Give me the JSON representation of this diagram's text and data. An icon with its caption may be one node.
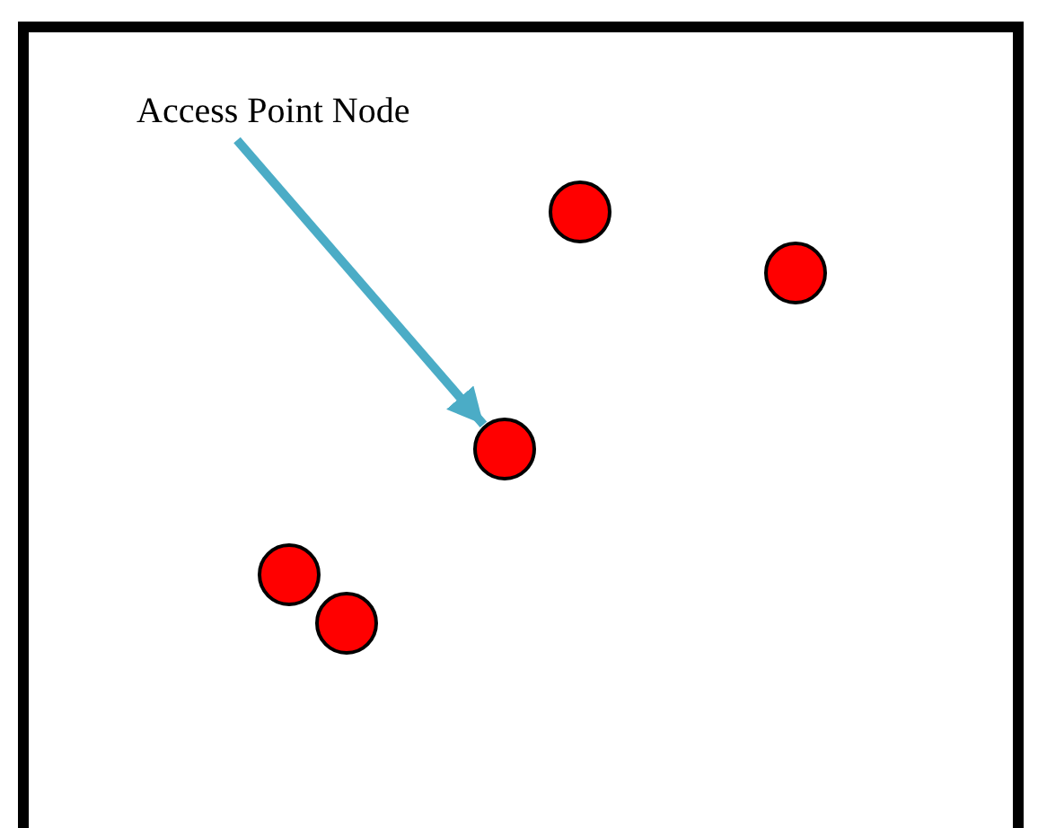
{
  "diagram": {
    "nodes": [
      {
        "text": [
          "Access Point Node"
        ]
      },
      {
        "text": [],
        "shape": "circle"
      },
      {
        "text": [],
        "shape": "circle"
      },
      {
        "text": [],
        "shape": "circle"
      },
      {
        "text": [],
        "shape": "circle"
      },
      {
        "text": [],
        "shape": "circle"
      }
    ],
    "edges": [
      {
        "from": 0,
        "to": 3,
        "arrow": "to",
        "color": "#4bacc6"
      }
    ]
  }
}
